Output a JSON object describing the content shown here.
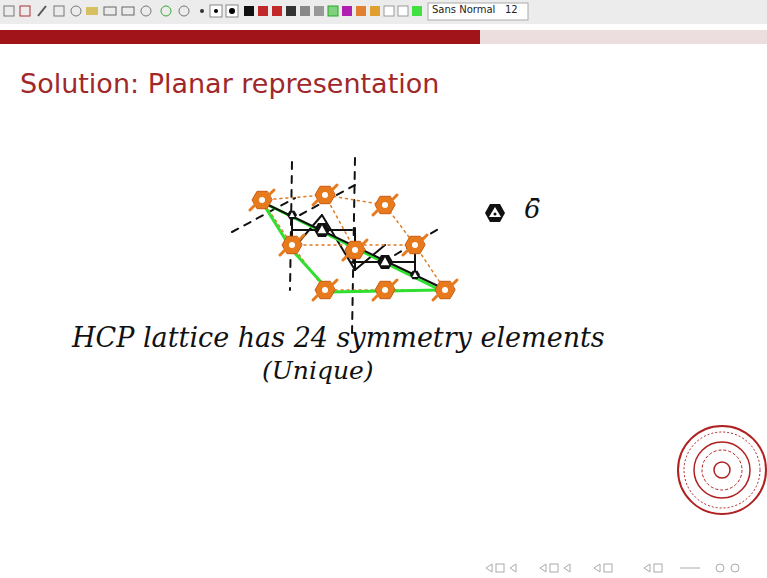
{
  "diagram": {
    "title": "Solution: Planar representation",
    "labels": [
      "Sans Normal",
      "12",
      "6̄",
      "HCP lattice has 24 symmetry elements",
      "(Unique)"
    ]
  }
}
